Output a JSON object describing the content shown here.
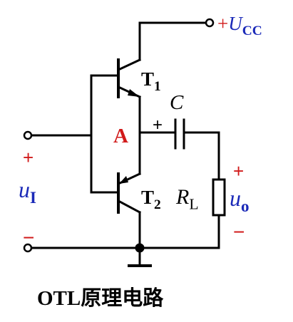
{
  "caption": "OTL原理电路",
  "supply": {
    "sign": "+",
    "symbol": "U",
    "subscript": "CC"
  },
  "transistors": [
    {
      "symbol": "T",
      "subscript": "1"
    },
    {
      "symbol": "T",
      "subscript": "2"
    }
  ],
  "node_label": "A",
  "capacitor": {
    "symbol": "C",
    "polarity": "+"
  },
  "load": {
    "symbol": "R",
    "subscript": "L"
  },
  "input": {
    "symbol": "u",
    "subscript": "I",
    "plus": "+",
    "minus": "−"
  },
  "output": {
    "symbol": "u",
    "subscript": "o",
    "plus": "+",
    "minus": "−"
  },
  "colors": {
    "wire": "#000000",
    "symbols": "#1b2ab8",
    "node": "#d11a1a",
    "polarity": "#d11a1a"
  }
}
